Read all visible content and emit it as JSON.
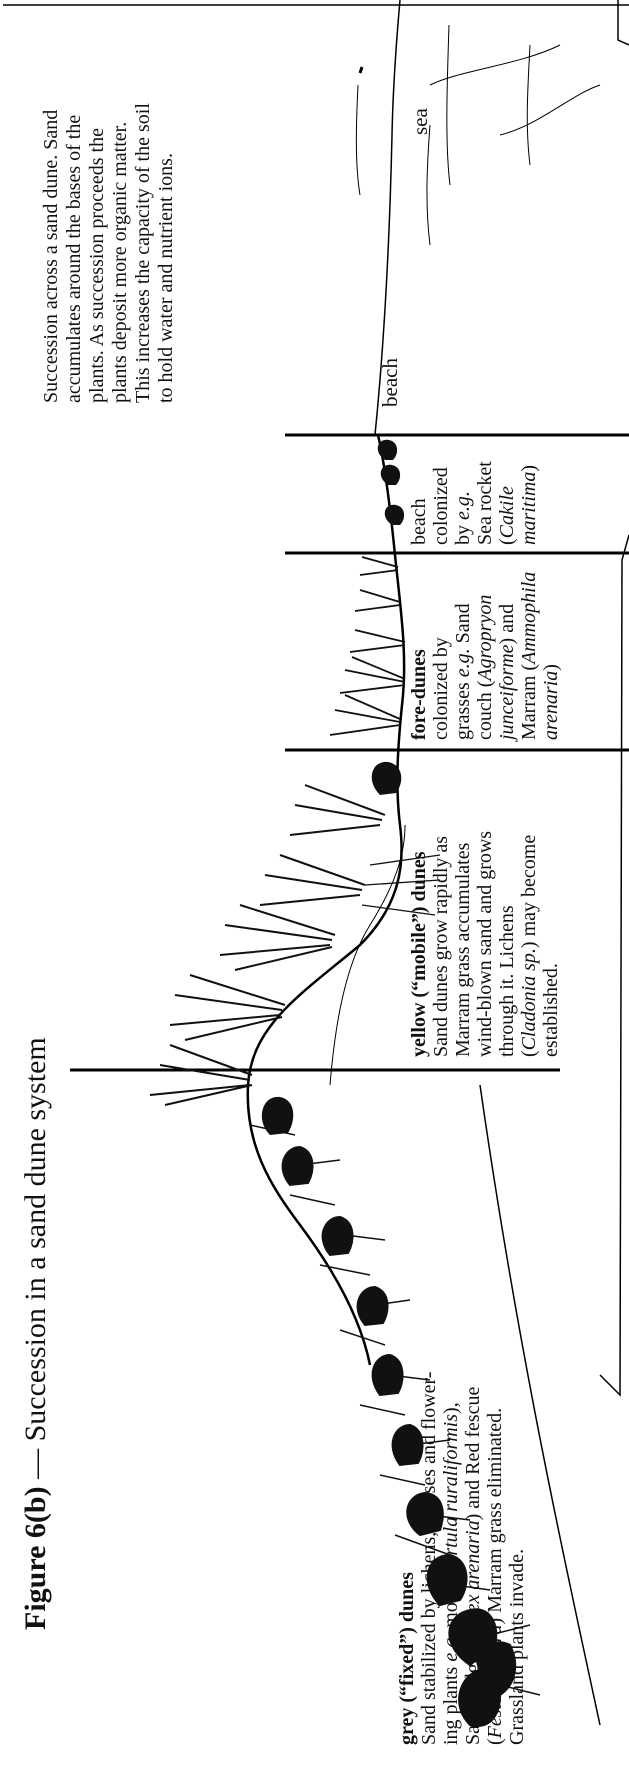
{
  "figure": {
    "number": "Figure 6(b)",
    "separator": " — ",
    "title": "Succession in a sand dune system"
  },
  "landmarks": {
    "beach": "beach",
    "sea": "sea"
  },
  "intro": {
    "lines": [
      "Succession across a sand dune.  Sand",
      "accumulates around the bases of the",
      "plants.  As succession proceeds the",
      "plants deposit more organic matter.",
      "This increases the capacity of the soil",
      "to hold water and nutrient ions."
    ]
  },
  "zones": [
    {
      "id": "grey-dunes",
      "heading": "grey (“fixed”) dunes",
      "lines": [
        [
          {
            "t": "Sand stabilized by lichens, mosses and flower-"
          }
        ],
        [
          {
            "t": "ing plants "
          },
          {
            "t": "e.g.",
            "i": true
          },
          {
            "t": " moss ("
          },
          {
            "t": "Tortula ruraliformis",
            "i": true
          },
          {
            "t": "),"
          }
        ],
        [
          {
            "t": "Sand sedge ("
          },
          {
            "t": "Carex arenaria",
            "i": true
          },
          {
            "t": ") and Red fescue"
          }
        ],
        [
          {
            "t": "("
          },
          {
            "t": "Festuca rubra",
            "i": true
          },
          {
            "t": ") Marram grass eliminated."
          }
        ],
        [
          {
            "t": "Grassland plants invade."
          }
        ]
      ]
    },
    {
      "id": "yellow-dunes",
      "heading": "yellow (“mobile”) dunes",
      "lines": [
        [
          {
            "t": "Sand dunes grow rapidly as"
          }
        ],
        [
          {
            "t": "Marram grass accumulates"
          }
        ],
        [
          {
            "t": "wind-blown sand and grows"
          }
        ],
        [
          {
            "t": "through it.  Lichens"
          }
        ],
        [
          {
            "t": "("
          },
          {
            "t": "Cladonia sp.",
            "i": true
          },
          {
            "t": ") may become"
          }
        ],
        [
          {
            "t": "established."
          }
        ]
      ]
    },
    {
      "id": "fore-dunes",
      "heading": "fore-dunes",
      "lines": [
        [
          {
            "t": "colonized by"
          }
        ],
        [
          {
            "t": "grasses "
          },
          {
            "t": "e.g.",
            "i": true
          },
          {
            "t": " Sand"
          }
        ],
        [
          {
            "t": "couch ("
          },
          {
            "t": "Agropryon",
            "i": true
          }
        ],
        [
          {
            "t": "junceiforme",
            "i": true
          },
          {
            "t": ") and"
          }
        ],
        [
          {
            "t": "Marram ("
          },
          {
            "t": "Ammophila",
            "i": true
          }
        ],
        [
          {
            "t": "arenaria",
            "i": true
          },
          {
            "t": ")"
          }
        ]
      ]
    },
    {
      "id": "beach-colonized",
      "heading": "",
      "lines": [
        [
          {
            "t": "beach"
          }
        ],
        [
          {
            "t": "colonized"
          }
        ],
        [
          {
            "t": "by "
          },
          {
            "t": "e.g.",
            "i": true
          }
        ],
        [
          {
            "t": "Sea rocket"
          }
        ],
        [
          {
            "t": "("
          },
          {
            "t": "Cakile",
            "i": true
          }
        ],
        [
          {
            "t": "maritima",
            "i": true
          },
          {
            "t": ")"
          }
        ]
      ]
    }
  ]
}
